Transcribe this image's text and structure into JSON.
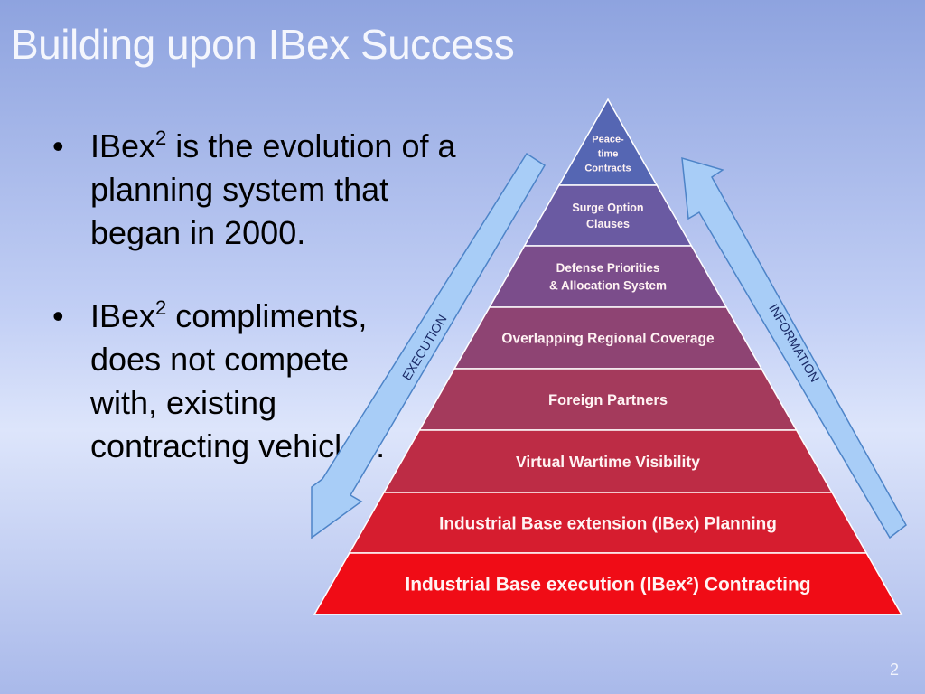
{
  "slide": {
    "title": "Building upon IBex Success",
    "page_number": "2",
    "bullets": [
      {
        "prefix": "IBex",
        "sup": "2",
        "text": " is the evolution of a planning system that began in 2000."
      },
      {
        "prefix": "IBex",
        "sup": "2",
        "text": " compliments, does not compete with, existing contracting vehicles."
      }
    ]
  },
  "pyramid": {
    "levels": [
      {
        "lines": [
          "Peace-",
          "time",
          "Contracts"
        ],
        "color": "#5566b3"
      },
      {
        "lines": [
          "Surge Option",
          "Clauses"
        ],
        "color": "#6a5aa2"
      },
      {
        "lines": [
          "Defense Priorities",
          "& Allocation System"
        ],
        "color": "#7b4d8b"
      },
      {
        "lines": [
          "Overlapping Regional Coverage"
        ],
        "color": "#8e4473"
      },
      {
        "lines": [
          "Foreign Partners"
        ],
        "color": "#a43a5c"
      },
      {
        "lines": [
          "Virtual Wartime Visibility"
        ],
        "color": "#bd2c45"
      },
      {
        "lines": [
          "Industrial Base extension (IBex) Planning"
        ],
        "color": "#d61d2f"
      },
      {
        "lines": [
          "Industrial Base execution (IBex²) Contracting"
        ],
        "color": "#f00c16"
      }
    ],
    "arrows": {
      "left_label": "EXECUTION",
      "right_label": "INFORMATION",
      "fill": "#a8cdf7",
      "stroke": "#4d84c8"
    }
  }
}
